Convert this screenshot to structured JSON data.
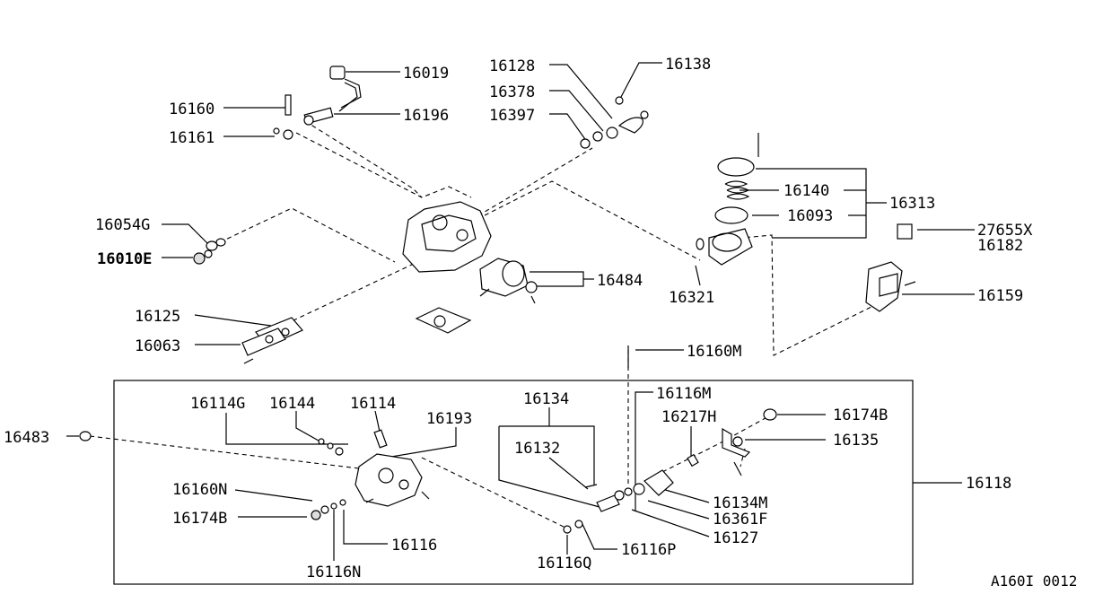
{
  "diagram_code": "A160I 0012",
  "callouts": {
    "p16019": "16019",
    "p16196": "16196",
    "p16160": "16160",
    "p16161": "16161",
    "p16128": "16128",
    "p16378": "16378",
    "p16397": "16397",
    "p16138": "16138",
    "p16140": "16140",
    "p16093": "16093",
    "p16313": "16313",
    "p27655X": "27655X",
    "p16182": "16182",
    "p16054G": "16054G",
    "p16010E": "16010E",
    "p16484": "16484",
    "p16321": "16321",
    "p16159": "16159",
    "p16125": "16125",
    "p16063": "16063",
    "p16160M": "16160M",
    "p16483": "16483",
    "p16114G": "16114G",
    "p16144": "16144",
    "p16114": "16114",
    "p16193": "16193",
    "p16134": "16134",
    "p16132": "16132",
    "p16116M": "16116M",
    "p16217H": "16217H",
    "p16174B_a": "16174B",
    "p16135": "16135",
    "p16118": "16118",
    "p16160N": "16160N",
    "p16174B_b": "16174B",
    "p16116": "16116",
    "p16116N": "16116N",
    "p16134M": "16134M",
    "p16361F": "16361F",
    "p16127": "16127",
    "p16116P": "16116P",
    "p16116Q": "16116Q"
  }
}
